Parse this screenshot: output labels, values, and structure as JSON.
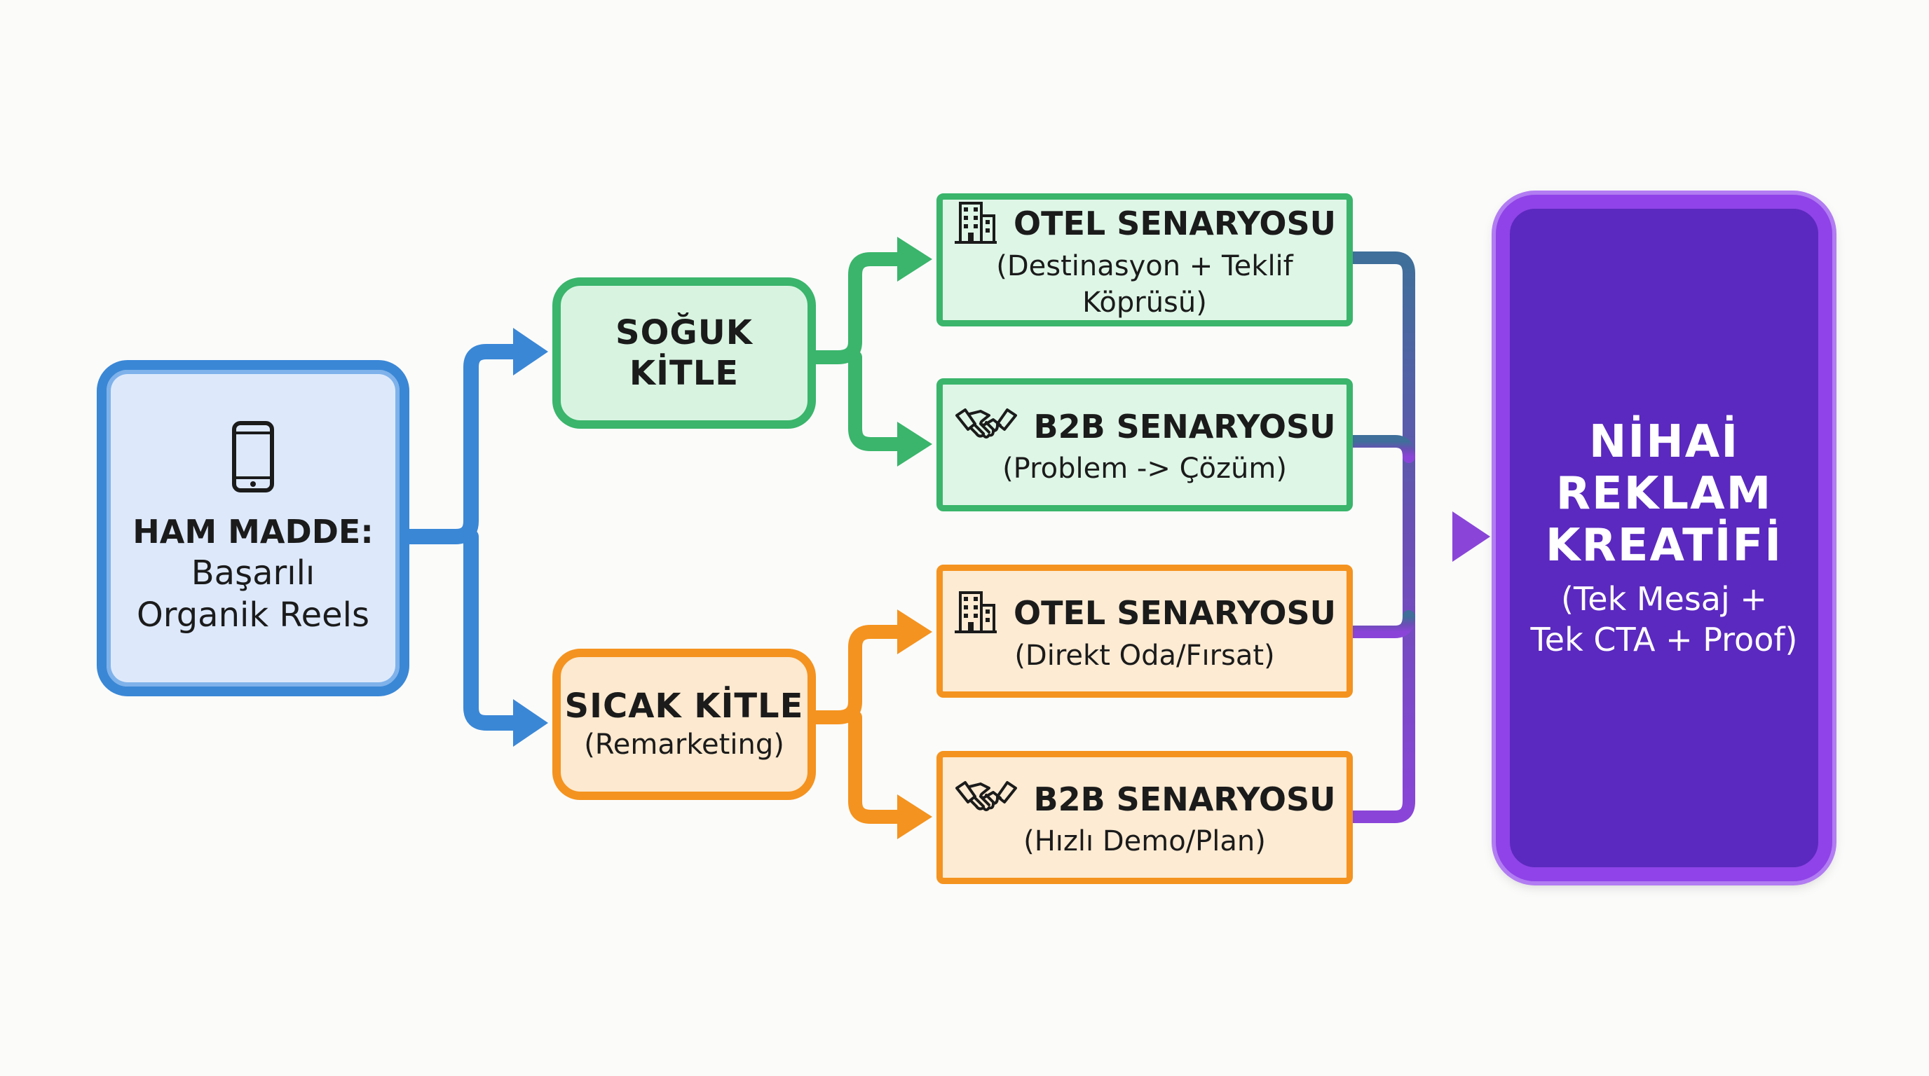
{
  "source": {
    "title": "HAM MADDE:",
    "line1": "Başarılı",
    "line2": "Organik Reels",
    "icon": "phone-icon"
  },
  "cold": {
    "line1": "SOĞUK",
    "line2": "KİTLE"
  },
  "warm": {
    "title": "SICAK KİTLE",
    "subtitle": "(Remarketing)"
  },
  "scenarios": [
    {
      "title": "OTEL SENARYOSU",
      "subtitle": "(Destinasyon + Teklif Köprüsü)",
      "icon": "hotel-building-icon"
    },
    {
      "title": "B2B SENARYOSU",
      "subtitle": "(Problem -> Çözüm)",
      "icon": "handshake-icon"
    },
    {
      "title": "OTEL SENARYOSU",
      "subtitle": "(Direkt Oda/Fırsat)",
      "icon": "hotel-building-icon"
    },
    {
      "title": "B2B SENARYOSU",
      "subtitle": "(Hızlı Demo/Plan)",
      "icon": "handshake-icon"
    }
  ],
  "final": {
    "line1": "NİHAİ",
    "line2": "REKLAM",
    "line3": "KREATİFİ",
    "sub1": "(Tek Mesaj +",
    "sub2": "Tek CTA + Proof)"
  },
  "colors": {
    "blue": "#3a87d6",
    "green": "#3ab56b",
    "orange": "#f4931f",
    "purple": "#8f43e8",
    "purple_fill": "#5b29bf",
    "merge_line": "#5b4f9a"
  }
}
